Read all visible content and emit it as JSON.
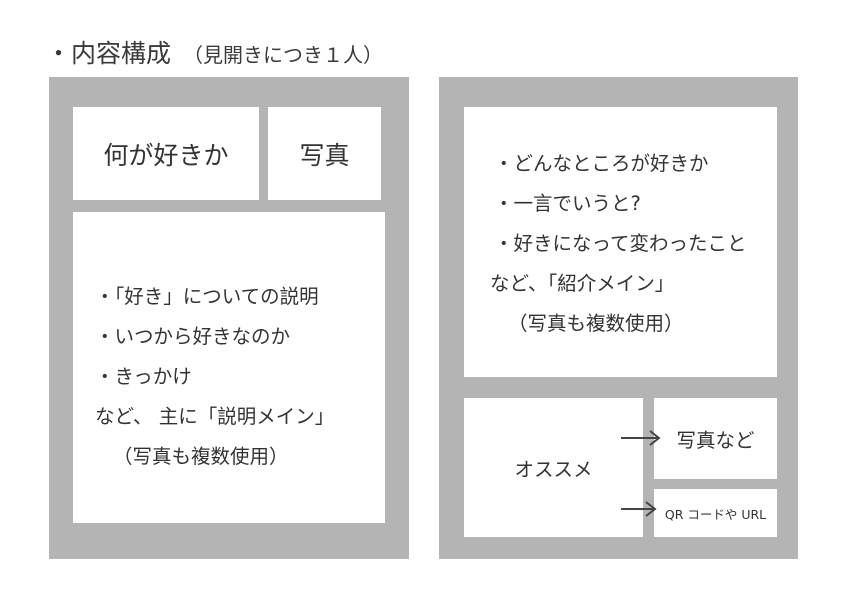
{
  "title": {
    "main": "・内容構成",
    "sub": "（見開きにつき１人）"
  },
  "left_spread": {
    "what_like": "何が好きか",
    "photo": "写真",
    "description_lines": [
      "・「好き」についての説明",
      "・いつから好きなのか",
      "・きっかけ",
      "など、 主に「説明メイン」",
      "（写真も複数使用）"
    ]
  },
  "right_spread": {
    "intro_lines": [
      "・どんなところが好きか",
      "・一言でいうと?",
      "・好きになって変わったこと",
      "など、「紹介メイン」",
      "（写真も複数使用）"
    ],
    "recommend": "オススメ",
    "photos_etc": "写真など",
    "qr_url": "QR コードや URL"
  },
  "colors": {
    "spread_gray": "#b4b4b4",
    "box_white": "#ffffff",
    "text": "#333333",
    "arrow": "#444444"
  },
  "icons": {
    "arrow_to_photos": "arrow-right-icon",
    "arrow_to_qr": "arrow-right-icon"
  }
}
